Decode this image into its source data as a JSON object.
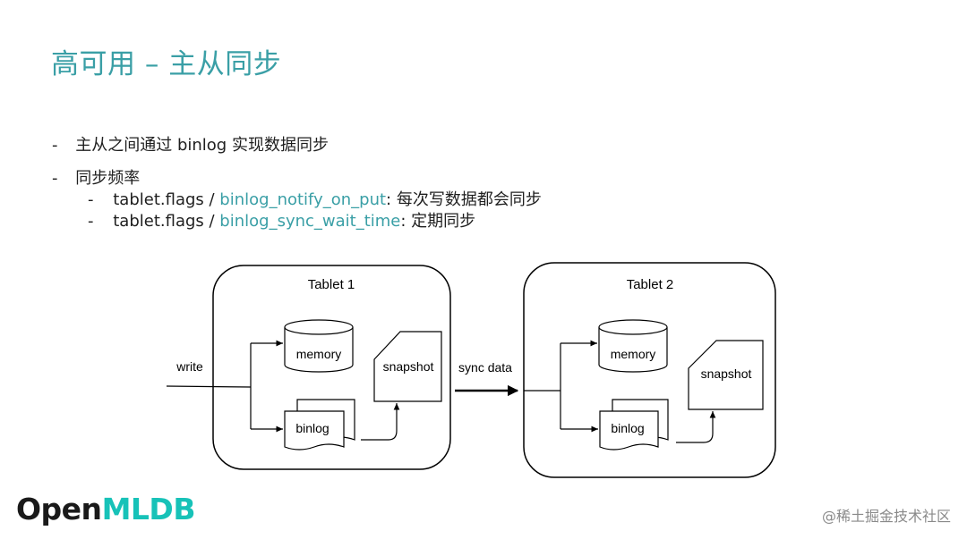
{
  "slide": {
    "title": "高可用 – 主从同步"
  },
  "bullets": {
    "item1": {
      "marker": "-",
      "text": "主从之间通过 binlog 实现数据同步"
    },
    "item2": {
      "marker": "-",
      "text": "同步频率"
    },
    "sub1": {
      "marker": "-",
      "prefix": "tablet.flags / ",
      "flag": "binlog_notify_on_put",
      "suffix": ": 每次写数据都会同步"
    },
    "sub2": {
      "marker": "-",
      "prefix": "tablet.flags / ",
      "flag": "binlog_sync_wait_time",
      "suffix": ": 定期同步"
    }
  },
  "diagram": {
    "tablet1": {
      "label": "Tablet 1",
      "memory": "memory",
      "binlog": "binlog",
      "snapshot": "snapshot"
    },
    "tablet2": {
      "label": "Tablet 2",
      "memory": "memory",
      "binlog": "binlog",
      "snapshot": "snapshot"
    },
    "write_label": "write",
    "sync_label": "sync data"
  },
  "footer": {
    "logo_main": "Open",
    "logo_accent": "MLDB",
    "watermark": "@稀土掘金技术社区"
  },
  "colors": {
    "accent": "#3a9fa6",
    "logo_accent": "#17c2b8"
  }
}
